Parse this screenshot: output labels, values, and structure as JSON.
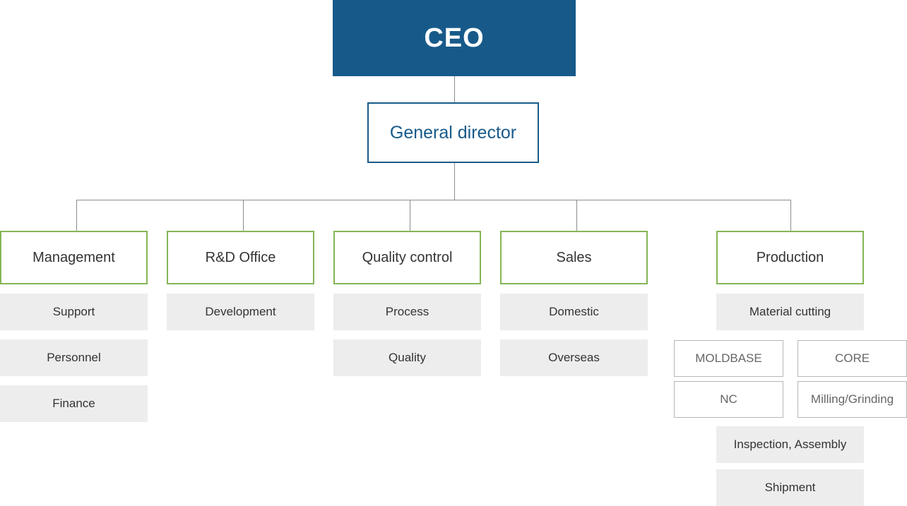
{
  "ceo": "CEO",
  "general_director": "General director",
  "departments": [
    {
      "name": "Management",
      "subs": [
        "Support",
        "Personnel",
        "Finance"
      ]
    },
    {
      "name": "R&D Office",
      "subs": [
        "Development"
      ]
    },
    {
      "name": "Quality control",
      "subs": [
        "Process",
        "Quality"
      ]
    },
    {
      "name": "Sales",
      "subs": [
        "Domestic",
        "Overseas"
      ]
    },
    {
      "name": "Production",
      "subs": [
        "Material cutting"
      ]
    }
  ],
  "production_units": [
    "MOLDBASE",
    "CORE",
    "NC",
    "Milling/Grinding"
  ],
  "production_after": [
    "Inspection, Assembly",
    "Shipment"
  ],
  "colors": {
    "ceo_fill": "#175a8a",
    "director_border": "#175a8a",
    "department_border": "#84b655",
    "sub_fill": "#ededed",
    "connector": "#8d8d8d"
  }
}
